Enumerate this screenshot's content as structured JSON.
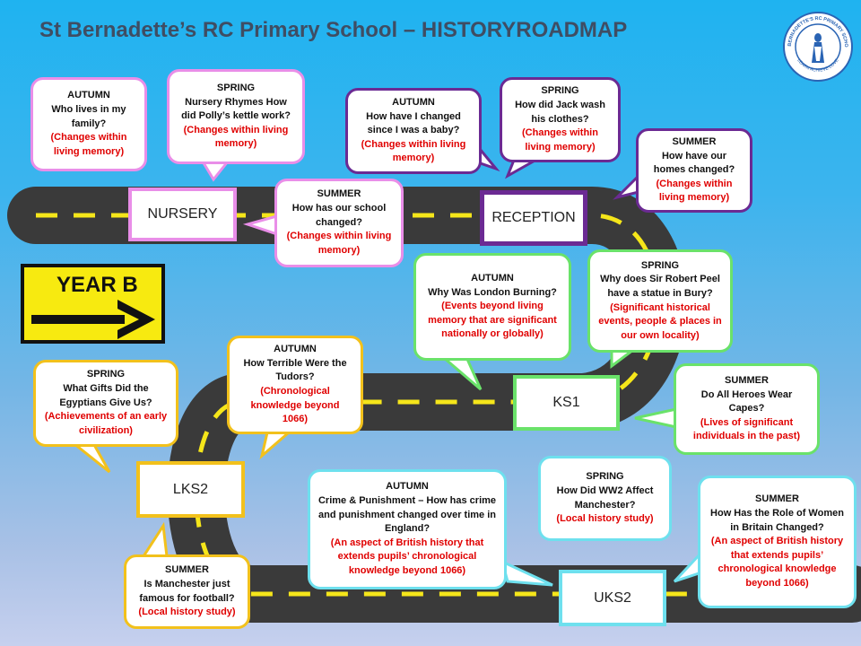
{
  "title": "St Bernadette’s RC Primary School – HISTORYROADMAP",
  "logo": {
    "icon": "school-crest-icon",
    "text_top": "ST BERNADETTE'S RC PRIMARY SCHOOL",
    "text_bottom": "LEARN ACHIEVE LOVE"
  },
  "year_sign": {
    "label": "YEAR B",
    "icon": "arrow-right-icon"
  },
  "colors": {
    "road": "#3a3a3a",
    "road_line": "#f5e61a",
    "nursery": "#e98ee8",
    "reception": "#6b2a93",
    "ks1": "#6ae26a",
    "lks2": "#f2c11c",
    "uks2": "#6ee0ee",
    "red_text": "#e00000"
  },
  "stages": {
    "nursery": "NURSERY",
    "reception": "RECEPTION",
    "ks1": "KS1",
    "lks2": "LKS2",
    "uks2": "UKS2"
  },
  "bubbles": {
    "nursery_autumn": {
      "term": "AUTUMN",
      "question": "Who lives in my family?",
      "note": "(Changes within living memory)"
    },
    "nursery_spring": {
      "term": "SPRING",
      "question": "Nursery Rhymes How did Polly’s kettle work?",
      "note": "(Changes within living memory)"
    },
    "nursery_summer": {
      "term": "SUMMER",
      "question": "How has our school changed?",
      "note": "(Changes within living memory)"
    },
    "reception_autumn": {
      "term": "AUTUMN",
      "question": "How have I changed since I was a baby?",
      "note": "(Changes within living memory)"
    },
    "reception_spring": {
      "term": "SPRING",
      "question": "How did Jack wash his clothes?",
      "note": "(Changes within living memory)"
    },
    "reception_summer": {
      "term": "SUMMER",
      "question": "How have our homes changed?",
      "note": "(Changes within living memory)"
    },
    "ks1_autumn": {
      "term": "AUTUMN",
      "question": "Why Was London Burning?",
      "note": "(Events beyond living memory that are significant nationally or globally)"
    },
    "ks1_spring": {
      "term": "SPRING",
      "question": "Why does Sir Robert Peel have a statue in Bury?",
      "note": "(Significant historical events, people & places in our own locality)"
    },
    "ks1_summer": {
      "term": "SUMMER",
      "question": "Do All Heroes Wear Capes?",
      "note": "(Lives of significant individuals in the past)"
    },
    "lks2_spring": {
      "term": "SPRING",
      "question": "What Gifts Did the Egyptians Give Us?",
      "note": "(Achievements of an early civilization)"
    },
    "lks2_autumn": {
      "term": "AUTUMN",
      "question": "How Terrible Were the Tudors?",
      "note": "(Chronological knowledge beyond 1066)"
    },
    "lks2_summer": {
      "term": "SUMMER",
      "question": "Is Manchester just famous for football?",
      "note": "(Local history study)"
    },
    "uks2_autumn": {
      "term": "AUTUMN",
      "question": "Crime & Punishment – How has crime and punishment changed over time in England?",
      "note": "(An aspect of British history that extends pupils’ chronological knowledge beyond 1066)"
    },
    "uks2_spring": {
      "term": "SPRING",
      "question": "How Did WW2 Affect Manchester?",
      "note": "(Local history study)"
    },
    "uks2_summer": {
      "term": "SUMMER",
      "question": "How Has the Role of Women in Britain Changed?",
      "note": "(An aspect of British history that extends pupils’ chronological knowledge beyond 1066)"
    }
  }
}
